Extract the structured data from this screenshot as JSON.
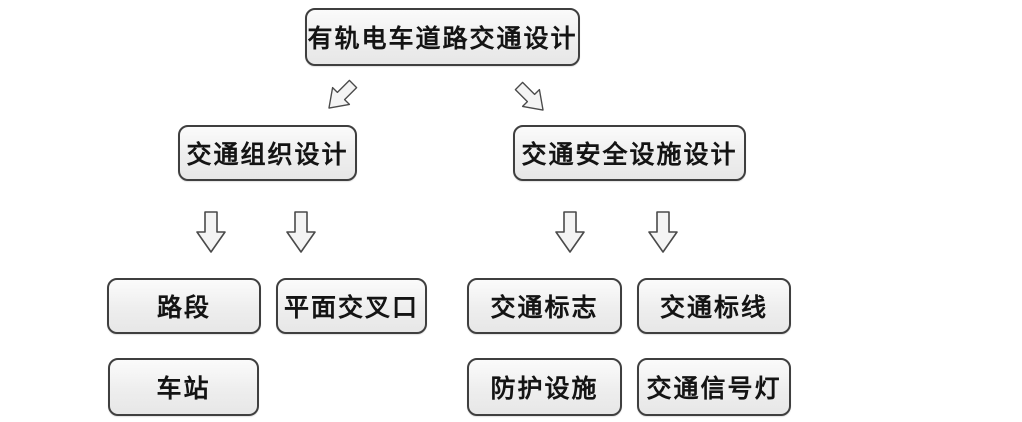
{
  "diagram": {
    "root": {
      "label": "有轨电车道路交通设计"
    },
    "branches": [
      {
        "label": "交通组织设计",
        "children": [
          {
            "label": "路段"
          },
          {
            "label": "平面交叉口"
          },
          {
            "label": "车站"
          }
        ]
      },
      {
        "label": "交通安全设施设计",
        "children": [
          {
            "label": "交通标志"
          },
          {
            "label": "交通标线"
          },
          {
            "label": "防护设施"
          },
          {
            "label": "交通信号灯"
          }
        ]
      }
    ],
    "icons": {
      "down_arrow": "⬇",
      "down_left_arrow": "↙",
      "down_right_arrow": "↘"
    },
    "colors": {
      "background": "#ffffff",
      "box_border": "#3f3f3f",
      "box_fill_top": "#fbfbfb",
      "box_fill_bottom": "#e7e7e7",
      "arrow_fill": "#f4f4f4",
      "arrow_stroke": "#4a4a4a",
      "text": "#141414"
    }
  }
}
